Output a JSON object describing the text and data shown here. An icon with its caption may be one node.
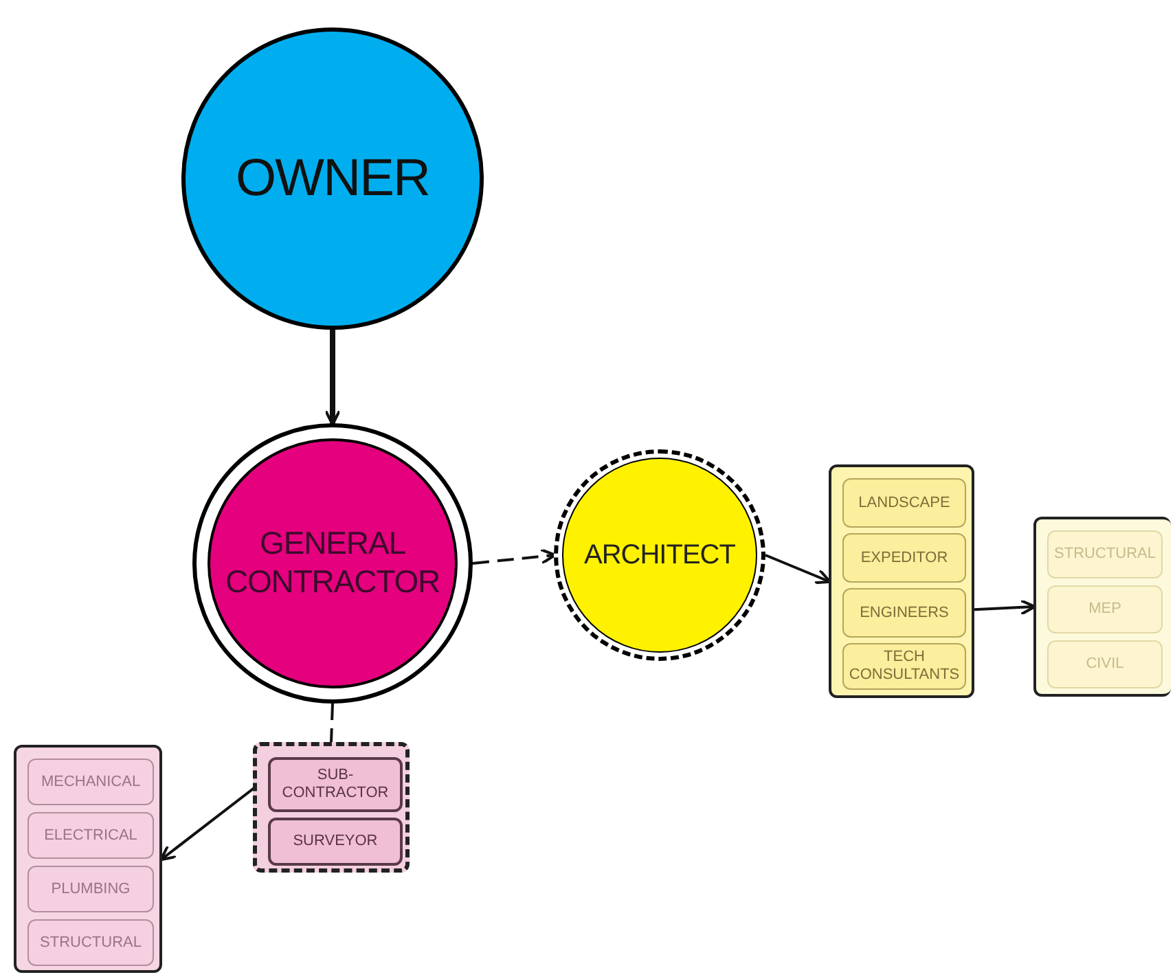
{
  "diagram": {
    "nodes": [
      {
        "text": [
          "OWNER"
        ]
      },
      {
        "text": [
          "GENERAL CONTRACTOR"
        ]
      },
      {
        "text": [
          "ARCHITECT"
        ]
      },
      {
        "text": [],
        "shape": "box"
      },
      {
        "text": [
          "LANDSCAPE"
        ],
        "in": 3
      },
      {
        "text": [
          "EXPEDITOR"
        ],
        "in": 3
      },
      {
        "text": [
          "ENGINEERS"
        ],
        "in": 3
      },
      {
        "text": [
          "TECH CONSULTANTS"
        ],
        "in": 3
      },
      {
        "text": [],
        "shape": "box"
      },
      {
        "text": [
          "STRUCTURAL"
        ],
        "in": 8
      },
      {
        "text": [
          "MEP"
        ],
        "in": 8
      },
      {
        "text": [
          "CIVIL"
        ],
        "in": 8
      },
      {
        "text": [],
        "shape": "box"
      },
      {
        "text": [
          "SUB-CONTRACTOR"
        ],
        "in": 12
      },
      {
        "text": [
          "SURVEYOR"
        ],
        "in": 12
      },
      {
        "text": [],
        "shape": "box"
      },
      {
        "text": [
          "MECHANICAL"
        ],
        "in": 15
      },
      {
        "text": [
          "ELECTRICAL"
        ],
        "in": 15
      },
      {
        "text": [
          "PLUMBING"
        ],
        "in": 15
      },
      {
        "text": [
          "STRUCTURAL"
        ],
        "in": 15
      }
    ],
    "edges": [
      {
        "from": 0,
        "to": 1,
        "arrow": "to",
        "style": "thick"
      },
      {
        "from": 1,
        "to": 2,
        "arrow": "to",
        "style": "dashed"
      },
      {
        "from": 2,
        "to": 3,
        "arrow": "to"
      },
      {
        "from": 6,
        "to": 8,
        "arrow": "to"
      },
      {
        "from": 13,
        "to": 15,
        "arrow": "to"
      },
      {
        "from": 1,
        "to": 12,
        "arrow": "none",
        "style": "dashed"
      }
    ]
  }
}
